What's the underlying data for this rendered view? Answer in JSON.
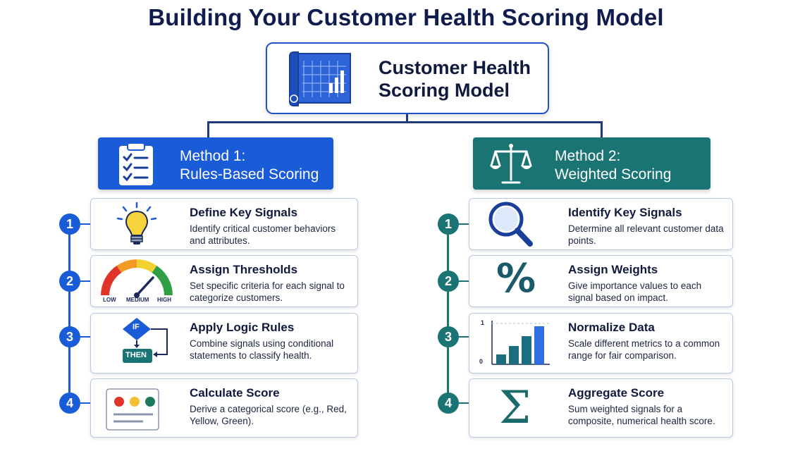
{
  "title": "Building Your Customer Health Scoring Model",
  "root": {
    "title": "Customer Health Scoring Model",
    "icon": "blueprint-chart-icon"
  },
  "methods": [
    {
      "title_line1": "Method 1:",
      "title_line2": "Rules-Based Scoring",
      "icon": "clipboard-checklist-icon",
      "color": "#1a5bd8",
      "steps": [
        {
          "number": "1",
          "title": "Define Key Signals",
          "text": "Identify critical customer behaviors and attributes.",
          "icon": "lightbulb-icon"
        },
        {
          "number": "2",
          "title": "Assign Thresholds",
          "text": "Set specific criteria for each signal to categorize customers.",
          "icon": "gauge-icon",
          "gauge_labels": [
            "LOW",
            "MEDIUM",
            "HIGH"
          ]
        },
        {
          "number": "3",
          "title": "Apply Logic Rules",
          "text": "Combine signals using conditional statements to classify health.",
          "icon": "if-then-icon",
          "if_label": "IF",
          "then_label": "THEN"
        },
        {
          "number": "4",
          "title": "Calculate Score",
          "text": "Derive a categorical score (e.g., Red, Yellow, Green).",
          "icon": "traffic-light-card-icon"
        }
      ]
    },
    {
      "title_line1": "Method 2:",
      "title_line2": "Weighted Scoring",
      "icon": "balance-scale-icon",
      "color": "#1b7474",
      "steps": [
        {
          "number": "1",
          "title": "Identify Key Signals",
          "text": "Determine all relevant customer data points.",
          "icon": "magnifier-icon"
        },
        {
          "number": "2",
          "title": "Assign Weights",
          "text": "Give importance values to each signal based on impact.",
          "icon": "percent-icon",
          "symbol": "%"
        },
        {
          "number": "3",
          "title": "Normalize Data",
          "text": "Scale different metrics to a common range for fair comparison.",
          "icon": "bar-chart-icon",
          "axis_top": "1",
          "axis_bottom": "0"
        },
        {
          "number": "4",
          "title": "Aggregate Score",
          "text": "Sum weighted signals for a composite, numerical health score.",
          "icon": "sigma-icon",
          "symbol": "Σ"
        }
      ]
    }
  ]
}
